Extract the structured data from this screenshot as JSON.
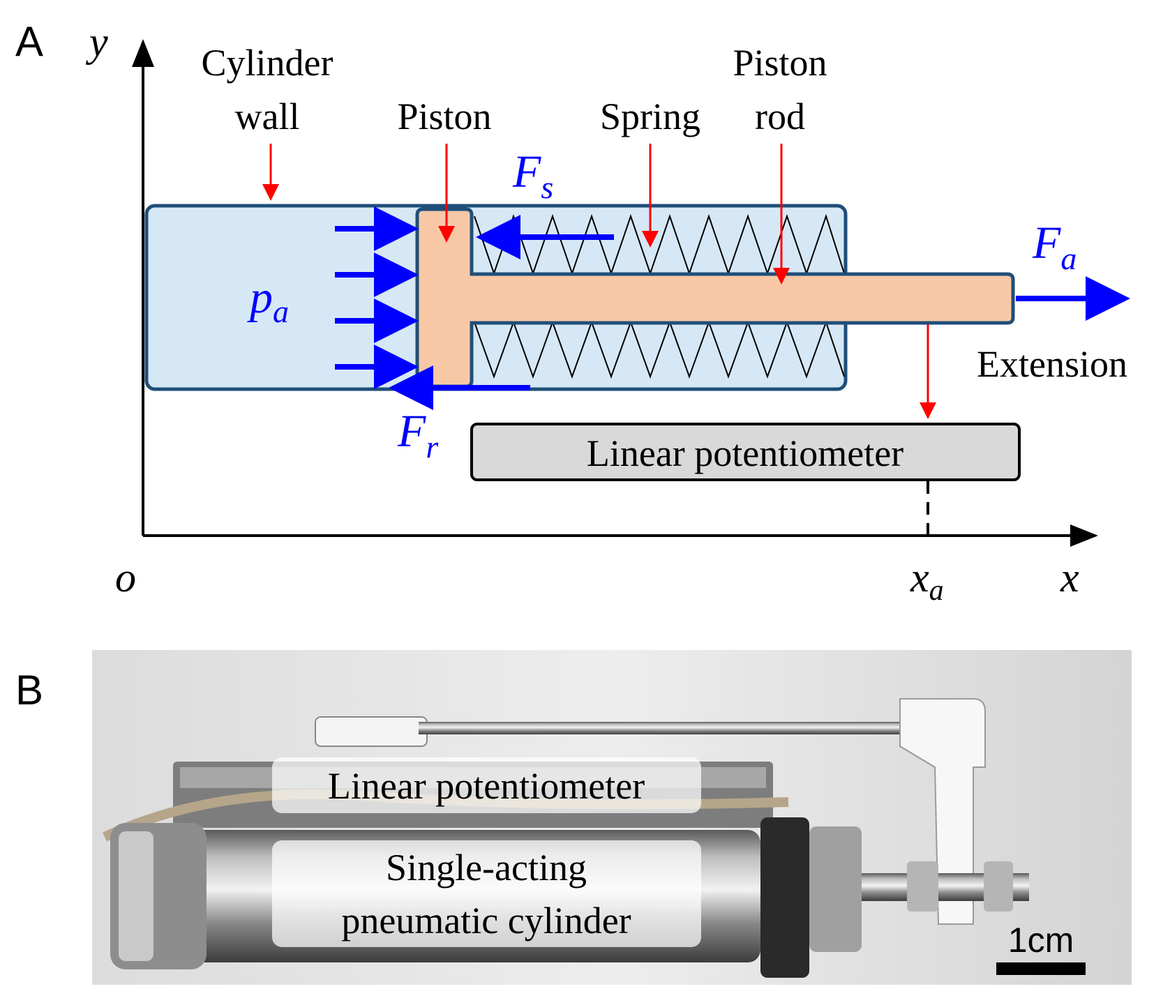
{
  "panel_a": {
    "letter": "A",
    "axis_y": "y",
    "axis_x": "x",
    "origin": "o",
    "xa_base": "x",
    "xa_sub": "a",
    "labels": {
      "cylinder_wall_1": "Cylinder",
      "cylinder_wall_2": "wall",
      "piston": "Piston",
      "spring": "Spring",
      "piston_rod_1": "Piston",
      "piston_rod_2": "rod",
      "extension": "Extension",
      "linear_potentiometer": "Linear potentiometer"
    },
    "forces": {
      "fs_base": "F",
      "fs_sub": "s",
      "fa_base": "F",
      "fa_sub": "a",
      "fr_base": "F",
      "fr_sub": "r",
      "pa_base": "p",
      "pa_sub": "a"
    },
    "colors": {
      "cylinder_fill": "#d6e8f6",
      "cylinder_stroke": "#1f4e79",
      "piston_fill": "#f8c8a6",
      "force_arrow": "#0000ff",
      "pointer_arrow": "#ff0000",
      "potentiometer_fill": "#d9d9d9"
    }
  },
  "panel_b": {
    "letter": "B",
    "label_potentiometer": "Linear potentiometer",
    "label_cylinder_1": "Single-acting",
    "label_cylinder_2": "pneumatic cylinder",
    "scale_bar": "1cm"
  }
}
